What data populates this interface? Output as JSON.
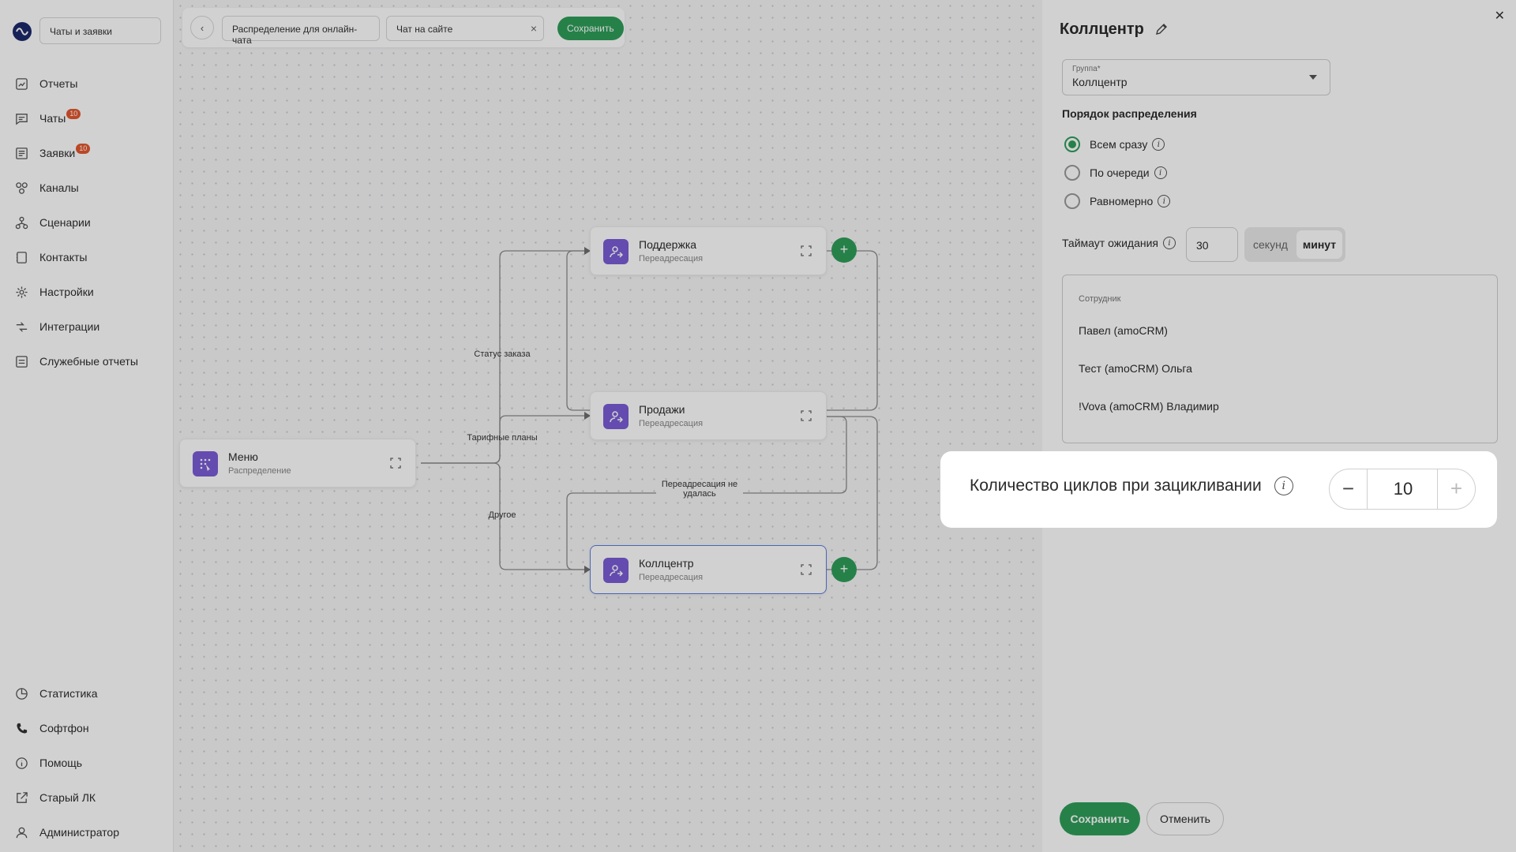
{
  "sidebar": {
    "project": "Чаты и заявки",
    "items": [
      {
        "label": "Отчеты",
        "icon": "reports-icon"
      },
      {
        "label": "Чаты",
        "icon": "chats-icon",
        "badge": "10"
      },
      {
        "label": "Заявки",
        "icon": "requests-icon",
        "badge": "10"
      },
      {
        "label": "Каналы",
        "icon": "channels-icon"
      },
      {
        "label": "Сценарии",
        "icon": "scenarios-icon"
      },
      {
        "label": "Контакты",
        "icon": "contacts-icon"
      },
      {
        "label": "Настройки",
        "icon": "settings-icon"
      },
      {
        "label": "Интеграции",
        "icon": "integrations-icon"
      },
      {
        "label": "Служебные отчеты",
        "icon": "service-reports-icon"
      }
    ],
    "bottom_items": [
      {
        "label": "Статистика",
        "icon": "statistics-icon"
      },
      {
        "label": "Софтфон",
        "icon": "phone-icon"
      },
      {
        "label": "Помощь",
        "icon": "help-icon"
      },
      {
        "label": "Старый ЛК",
        "icon": "external-link-icon"
      },
      {
        "label": "Администратор",
        "icon": "user-icon"
      }
    ]
  },
  "toolbar": {
    "scenario_name": "Распределение для онлайн-чата",
    "channel": "Чат на сайте",
    "save_label": "Сохранить"
  },
  "flow": {
    "nodes": {
      "menu": {
        "title": "Меню",
        "subtitle": "Распределение"
      },
      "support": {
        "title": "Поддержка",
        "subtitle": "Переадресация"
      },
      "sales": {
        "title": "Продажи",
        "subtitle": "Переадресация"
      },
      "callcenter": {
        "title": "Коллцентр",
        "subtitle": "Переадресация"
      }
    },
    "edge_labels": {
      "order_status": "Статус заказа",
      "tariffs": "Тарифные планы",
      "other": "Другое",
      "redirect_failed": "Переадресация не удалась"
    }
  },
  "panel": {
    "title": "Коллцентр",
    "group_label": "Группа*",
    "group_value": "Коллцентр",
    "order_title": "Порядок распределения",
    "order_options": [
      {
        "label": "Всем сразу",
        "selected": true
      },
      {
        "label": "По очереди",
        "selected": false
      },
      {
        "label": "Равномерно",
        "selected": false
      }
    ],
    "timeout_label": "Таймаут ожидания",
    "timeout_value": "30",
    "unit_seconds": "секунд",
    "unit_minutes": "минут",
    "selected_unit": "минут",
    "employees_header": "Сотрудник",
    "employees": [
      "Павел (amoCRM)",
      "Тест (amoCRM) Ольга",
      "!Vova (amoCRM) Владимир"
    ],
    "loop_label": "Количество циклов при зацикливании",
    "loop_value": "10",
    "save_label": "Сохранить",
    "cancel_label": "Отменить"
  },
  "colors": {
    "accent_green": "#2f9e5a",
    "node_icon_purple": "#7b5cd6",
    "badge_red": "#e4572e"
  }
}
